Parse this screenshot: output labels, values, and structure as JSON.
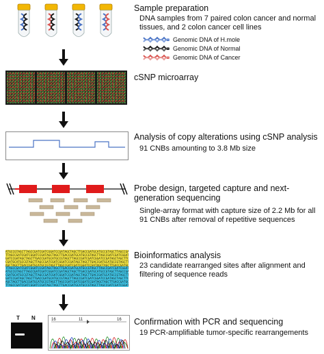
{
  "steps": [
    {
      "title": "Sample preparation",
      "desc": "DNA samples from 7 paired colon cancer  and normal tissues, and 2 colon cancer cell lines",
      "legend": [
        {
          "label": "Genomic DNA of H.mole",
          "color": "#4a73c4"
        },
        {
          "label": "Genomic DNA of Normal",
          "color": "#1a1a1a"
        },
        {
          "label": "Genomic DNA of Cancer",
          "color": "#d9534f"
        }
      ]
    },
    {
      "title": "cSNP microarray"
    },
    {
      "title": "Analysis of copy alterations using cSNP analysis",
      "desc": "91 CNBs amounting to 3.8 Mb size"
    },
    {
      "title": "Probe design, targeted capture and next-generation sequencing",
      "desc": "Single-array format with capture size of 2.2 Mb for all 91 CNBs after removal of repetitive sequences"
    },
    {
      "title": "Bioinformatics analysis",
      "desc": "23 candidate rearranged sites after alignment and filtering of sequence reads"
    },
    {
      "title": "Confirmation with PCR and sequencing",
      "desc": "19 PCR-amplifiable tumor-specific rearrangements",
      "gel_lanes": [
        "T",
        "N"
      ],
      "chrom_labels": [
        "16",
        "11",
        "16"
      ]
    }
  ],
  "colors": {
    "tube_cap": "#f2b705",
    "probe_red": "#e01b1b",
    "seq_yellow": "#f4e542",
    "seq_cyan": "#3fc6e8",
    "line_blue": "#4a73c4"
  }
}
